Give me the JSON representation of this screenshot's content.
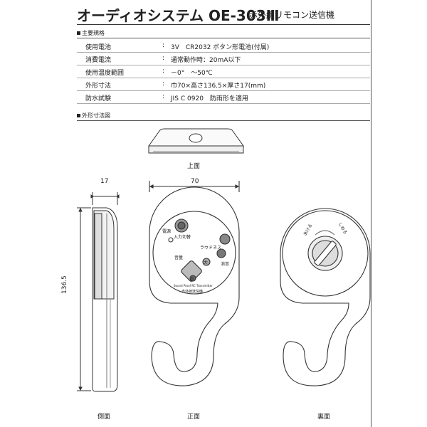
{
  "title": "オーディオシステム OE-303Ⅲ",
  "subtitle": "赤外線リモコン送信機",
  "sections": {
    "specs": "主要規格",
    "drawing": "外形寸法図"
  },
  "specs": [
    {
      "key": "使用電池",
      "colon": ":",
      "value": "3V　CR2032 ボタン形電池(付属)"
    },
    {
      "key": "消費電流",
      "colon": ":",
      "value": "通常動作時：20mA以下"
    },
    {
      "key": "使用温度範囲",
      "colon": ":",
      "value": "－0°　～50℃"
    },
    {
      "key": "外形寸法",
      "colon": ":",
      "value": "巾70×高さ136.5×厚さ17(mm)"
    },
    {
      "key": "防水試験",
      "colon": ":",
      "value": "JIS C 0920　防雨形を適用"
    }
  ],
  "drawing": {
    "top_label": "上面",
    "side_label": "側面",
    "front_label": "正面",
    "back_label": "裏面",
    "dim_width": "70",
    "dim_thickness": "17",
    "dim_height": "136.5",
    "front_texts": {
      "power": "電源",
      "input": "入力切替",
      "loudness": "ラウドネス",
      "mute": "消音",
      "volume": "音量",
      "large": "大",
      "small": "小",
      "brand": "Sound Proof RC Transmitter",
      "model": "赤外線送信機"
    },
    "back_texts": {
      "open": "あける",
      "close": "しめる"
    }
  }
}
